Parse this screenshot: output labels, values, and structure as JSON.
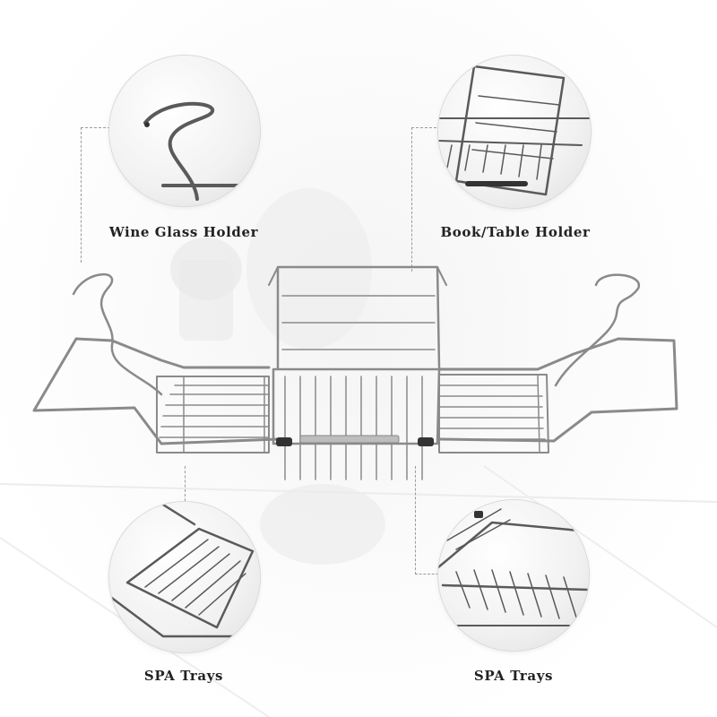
{
  "callouts": {
    "top_left": {
      "label": "Wine Glass Holder",
      "icon": "wine-glass-holder-closeup"
    },
    "top_right": {
      "label": "Book/Table Holder",
      "icon": "book-table-holder-closeup"
    },
    "bottom_left": {
      "label": "SPA Trays",
      "icon": "spa-tray-closeup"
    },
    "bottom_right": {
      "label": "SPA Trays",
      "icon": "spa-tray-closeup"
    }
  },
  "colors": {
    "metal": "#8a8a8a",
    "metal_dark": "#4a4a4a",
    "label": "#222222",
    "leader": "#9a9a9a"
  }
}
